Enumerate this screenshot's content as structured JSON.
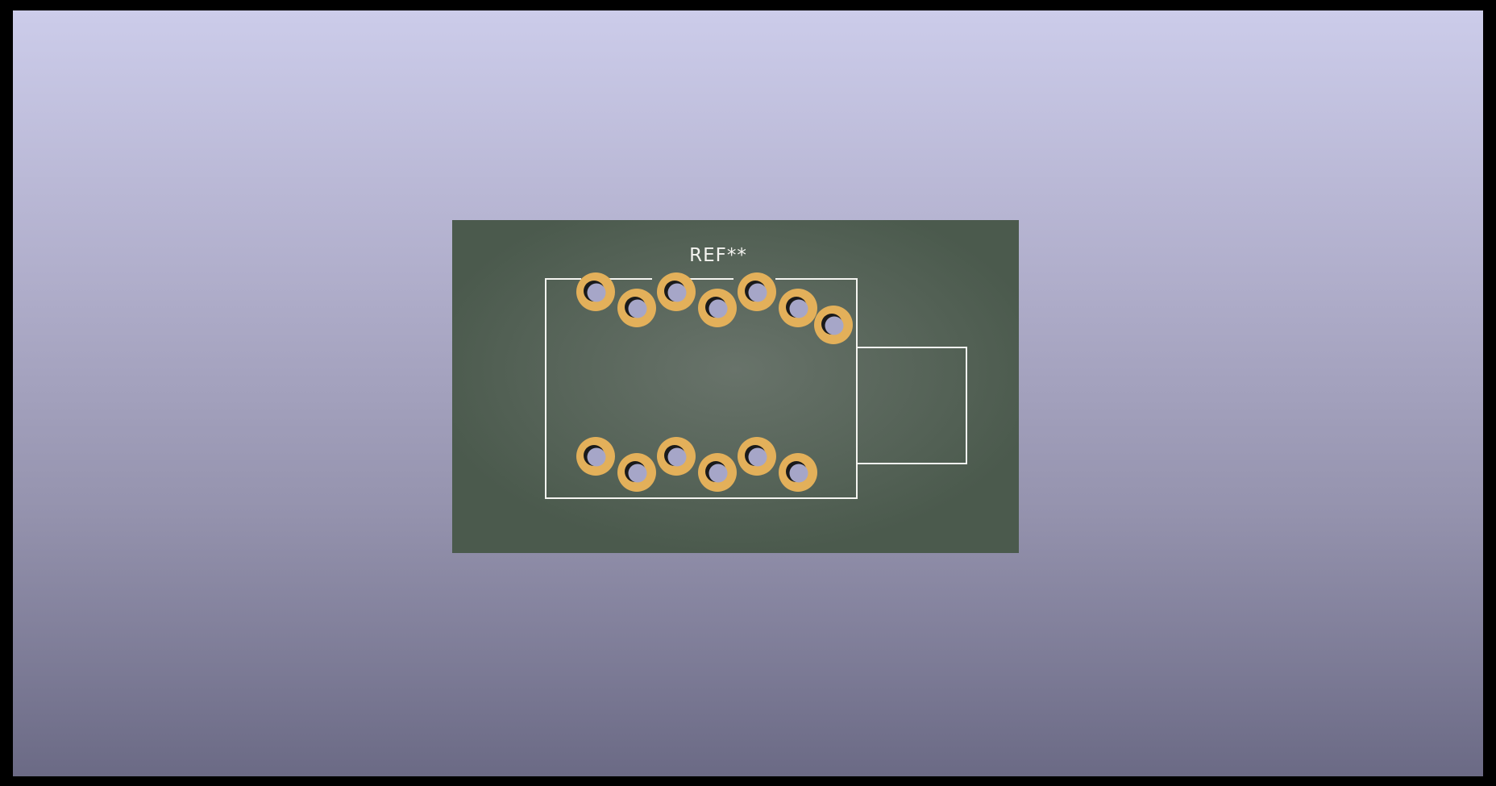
{
  "view": {
    "background_top_color": "#ccccea",
    "background_bottom_color": "#6b6a85",
    "frame_color": "#000000"
  },
  "board": {
    "soldermask_color": "#4b5a4d",
    "soldermask_center_color": "#68736a",
    "silkscreen_color": "#f4f4f0",
    "copper_color": "#e3b05a",
    "drill_color": "#a6a6c8",
    "reference_label": "REF**",
    "top_pad_row_count": 7,
    "bottom_pad_row_count": 6
  }
}
